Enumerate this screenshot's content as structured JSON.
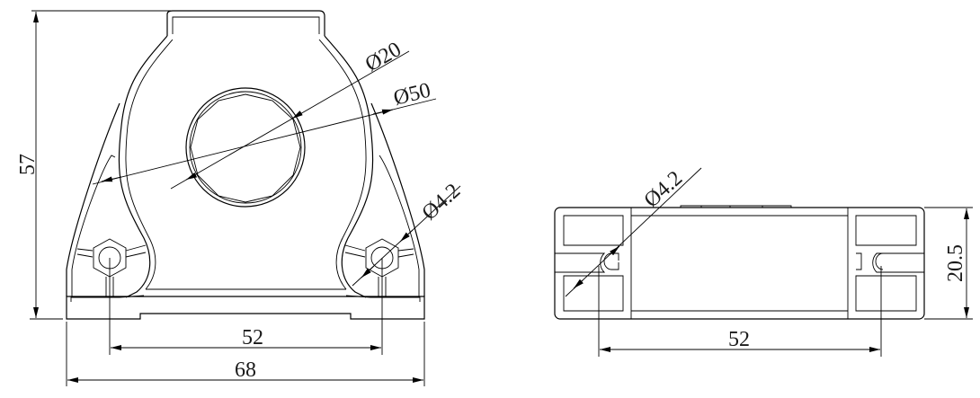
{
  "front_view": {
    "height_dim": "57",
    "hole_spacing_dim": "52",
    "width_dim": "68",
    "inner_diameter_dim": "Ø20",
    "outer_diameter_dim": "Ø50",
    "hole_diameter_dim": "Ø4.2"
  },
  "side_view": {
    "height_dim": "20.5",
    "hole_spacing_dim": "52",
    "hole_diameter_dim": "Ø4.2"
  },
  "colors": {
    "line": "#000000",
    "text": "#1a1a1a"
  }
}
